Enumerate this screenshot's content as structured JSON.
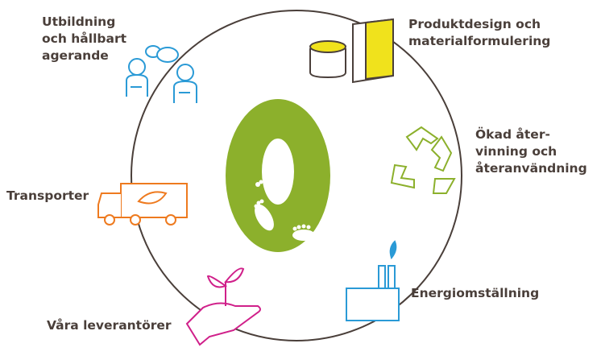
{
  "labels": {
    "education": "Utbildning\noch hållbart\nagerande",
    "product": "Produktdesign och\nmaterialformulering",
    "recycling": "Ökad åter-\nvinning och\nåteranvändning",
    "energy": "Energiomställning",
    "suppliers": "Våra leverantörer",
    "transport": "Transporter"
  },
  "center_symbol": "0",
  "colors": {
    "text": "#4a3f3a",
    "circle": "#4a3f3a",
    "center": "#8cb02c",
    "education": "#2a9ad6",
    "product": "#f0e21c",
    "recycling": "#8cb02c",
    "energy": "#2a9ad6",
    "suppliers": "#d0208a",
    "transport": "#ee7a1f"
  }
}
